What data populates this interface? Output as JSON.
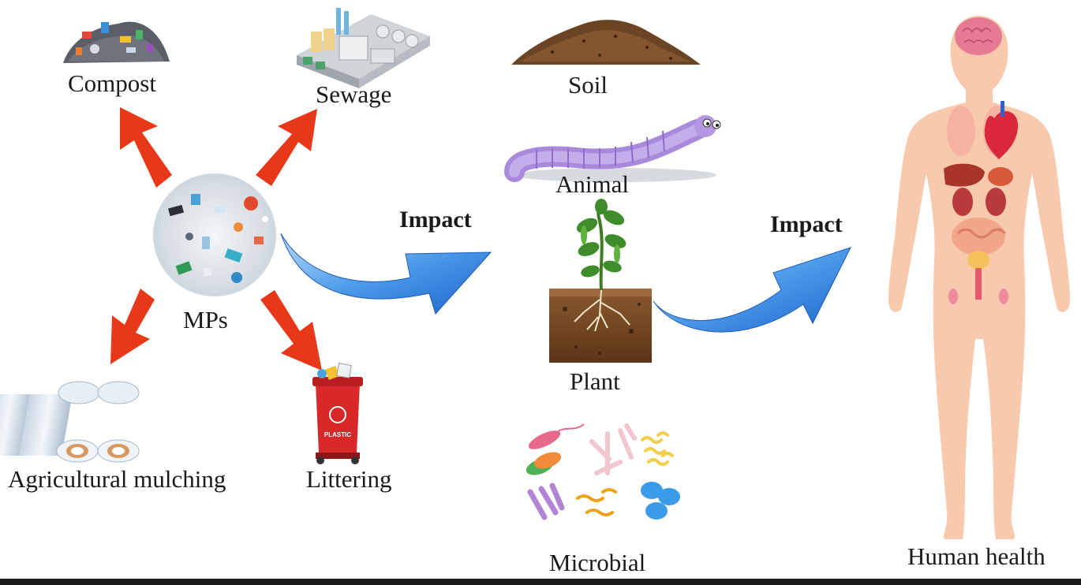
{
  "labels": {
    "compost": "Compost",
    "sewage": "Sewage",
    "soil": "Soil",
    "animal": "Animal",
    "plant": "Plant",
    "microbial": "Microbial",
    "mps": "MPs",
    "agricultural_mulching": "Agricultural mulching",
    "littering": "Littering",
    "impact_1": "Impact",
    "impact_2": "Impact",
    "human_health": "Human health",
    "bin_text": "PLASTIC"
  },
  "icons": [
    "compost-pile-icon",
    "sewage-plant-icon",
    "soil-mound-icon",
    "worm-icon",
    "plant-in-soil-icon",
    "microbes-icon",
    "microplastics-icon",
    "mulch-film-rolls-icon",
    "litter-bin-icon",
    "human-body-icon",
    "red-arrow-icon",
    "blue-curved-arrow-icon"
  ],
  "colors": {
    "source_arrow": "#e8381a",
    "impact_arrow": "#2f7fe0",
    "impact_arrow_light": "#9cc9f5",
    "body_skin": "#f8c9ad",
    "bin_red": "#d8282a",
    "worm": "#b497e2",
    "soil": "#7a4a25"
  }
}
